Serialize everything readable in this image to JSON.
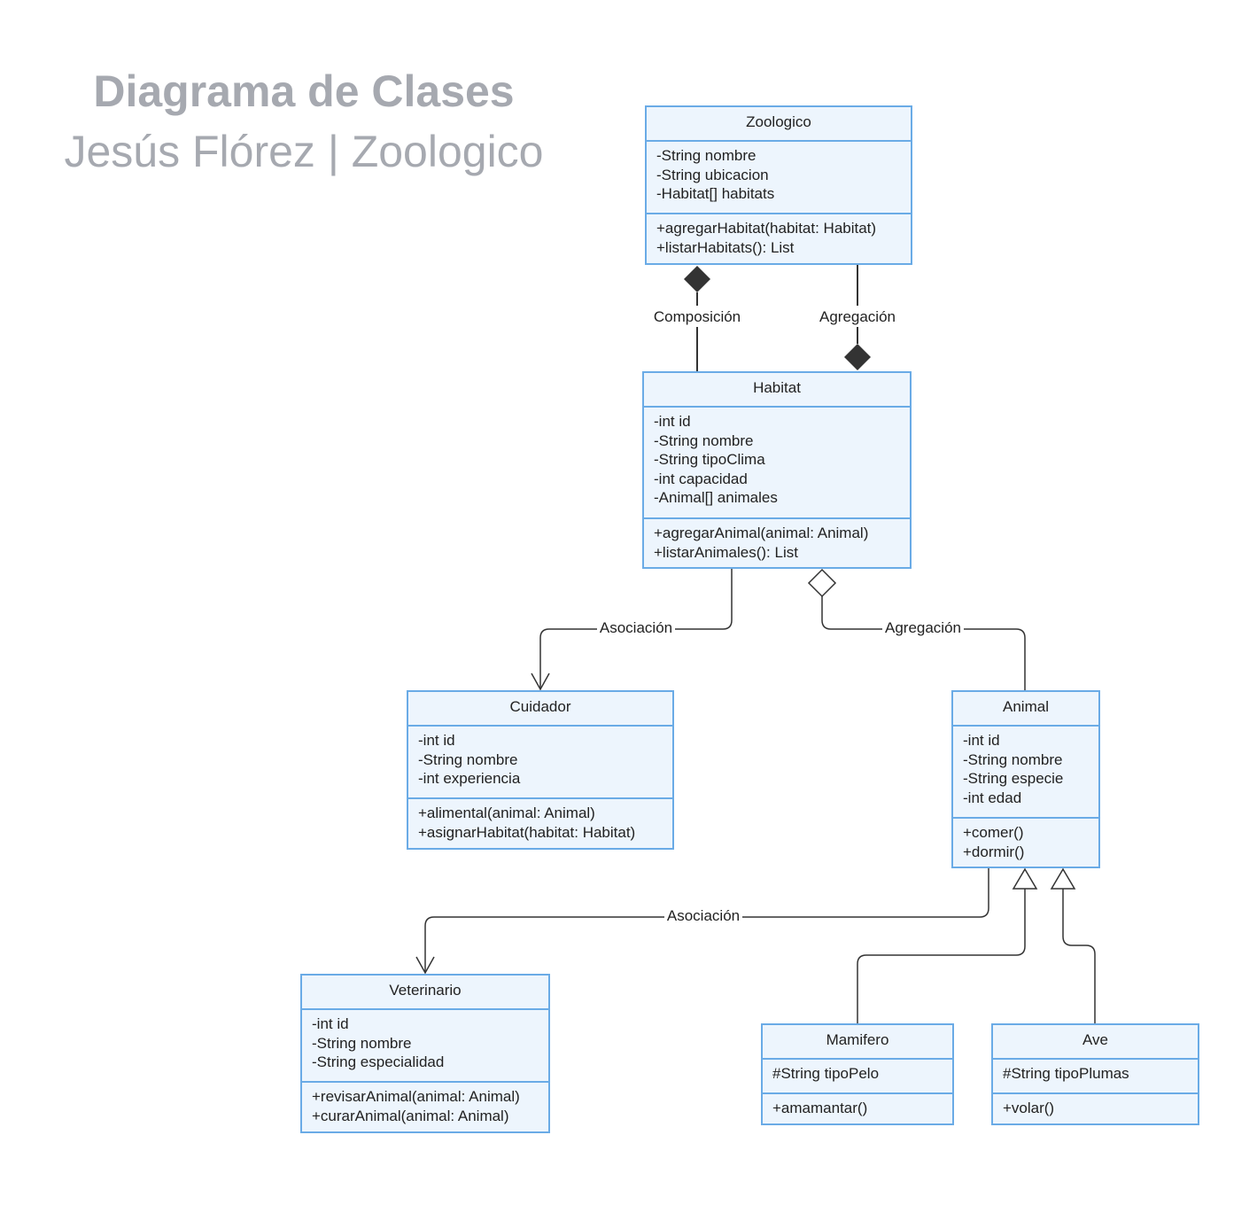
{
  "title": "Diagrama de Clases",
  "subtitle": "Jesús Flórez  |  Zoologico",
  "classes": {
    "zoologico": {
      "name": "Zoologico",
      "attributes": [
        "-String nombre",
        "-String ubicacion",
        "-Habitat[] habitats"
      ],
      "methods": [
        "+agregarHabitat(habitat: Habitat)",
        "+listarHabitats(): List"
      ]
    },
    "habitat": {
      "name": "Habitat",
      "attributes": [
        "-int id",
        "-String nombre",
        "-String tipoClima",
        "-int capacidad",
        "-Animal[] animales"
      ],
      "methods": [
        "+agregarAnimal(animal: Animal)",
        "+listarAnimales(): List"
      ]
    },
    "cuidador": {
      "name": "Cuidador",
      "attributes": [
        "-int id",
        "-String nombre",
        "-int experiencia"
      ],
      "methods": [
        "+alimental(animal: Animal)",
        "+asignarHabitat(habitat: Habitat)"
      ]
    },
    "animal": {
      "name": "Animal",
      "attributes": [
        "-int id",
        "-String nombre",
        "-String especie",
        "-int edad"
      ],
      "methods": [
        "+comer()",
        "+dormir()"
      ]
    },
    "veterinario": {
      "name": "Veterinario",
      "attributes": [
        "-int id",
        "-String nombre",
        "-String especialidad"
      ],
      "methods": [
        "+revisarAnimal(animal: Animal)",
        "+curarAnimal(animal: Animal)"
      ]
    },
    "mamifero": {
      "name": "Mamifero",
      "attributes": [
        "#String tipoPelo"
      ],
      "methods": [
        "+amamantar()"
      ]
    },
    "ave": {
      "name": "Ave",
      "attributes": [
        "#String tipoPlumas"
      ],
      "methods": [
        "+volar()"
      ]
    }
  },
  "relations": {
    "composicion": "Composición",
    "agregacion_top": "Agregación",
    "asociacion_cuidador": "Asociación",
    "agregacion_animal": "Agregación",
    "asociacion_veterinario": "Asociación"
  }
}
